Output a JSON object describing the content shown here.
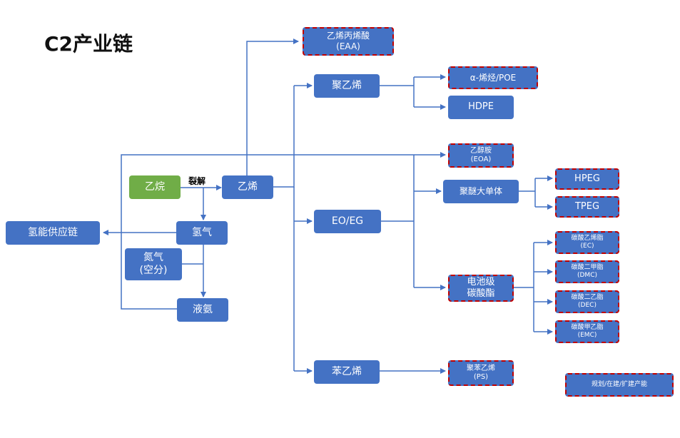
{
  "title": "C2产业链",
  "edge_label": "裂解",
  "nodes": {
    "ethane": "乙烷",
    "ethylene": "乙烯",
    "h2": "氢气",
    "n2_line1": "氮气",
    "n2_line2": "(空分)",
    "ammonia": "液氨",
    "hydrogen_chain": "氢能供应链",
    "eaa_line1": "乙烯丙烯酸",
    "eaa_line2": "(EAA)",
    "pe": "聚乙烯",
    "poe": "α-烯烃/POE",
    "hdpe": "HDPE",
    "eoa_line1": "乙醇胺",
    "eoa_line2": "(EOA)",
    "eoeg": "EO/EG",
    "polyether": "聚醚大单体",
    "hpeg": "HPEG",
    "tpeg": "TPEG",
    "carbonate_line1": "电池级",
    "carbonate_line2": "碳酸酯",
    "ec_line1": "碳酸乙烯脂",
    "ec_line2": "(EC)",
    "dmc_line1": "碳酸二甲脂",
    "dmc_line2": "(DMC)",
    "dec_line1": "碳酸二乙脂",
    "dec_line2": "(DEC)",
    "emc_line1": "碳酸甲乙脂",
    "emc_line2": "(EMC)",
    "styrene": "苯乙烯",
    "ps_line1": "聚苯乙烯",
    "ps_line2": "(PS)"
  },
  "legend": {
    "planned_label": "规划/在建/扩建产能"
  },
  "colors": {
    "node_fill": "#4472c4",
    "ethane_fill": "#70ad47",
    "planned_border": "#c00000",
    "line": "#4472c4"
  }
}
